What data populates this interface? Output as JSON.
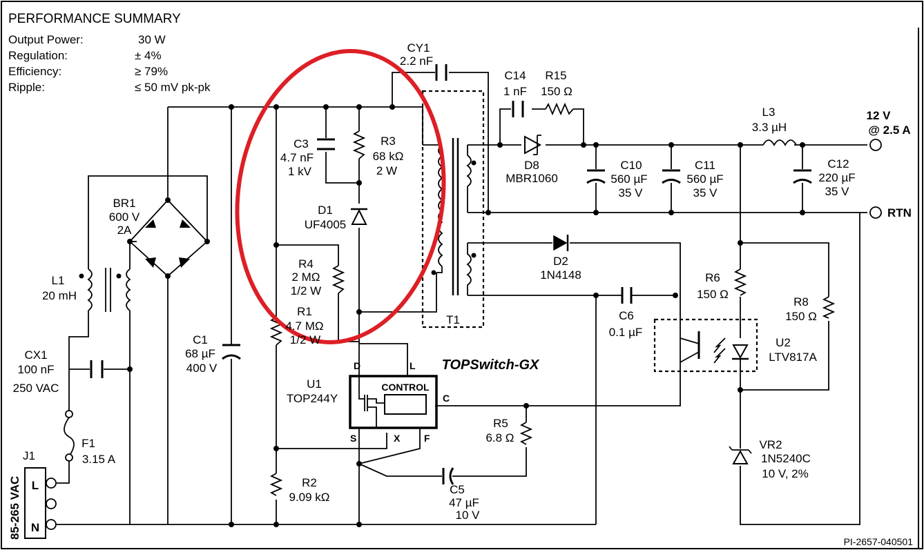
{
  "summary": {
    "title": "PERFORMANCE SUMMARY",
    "rows": [
      {
        "label": "Output Power:",
        "value": "30 W"
      },
      {
        "label": "Regulation:",
        "value": "± 4%"
      },
      {
        "label": "Efficiency:",
        "value": "≥ 79%"
      },
      {
        "label": "Ripple:",
        "value": "≤ 50 mV pk-pk"
      }
    ]
  },
  "components": {
    "cy1": {
      "ref": "CY1",
      "val": "2.2 nF"
    },
    "c14": {
      "ref": "C14",
      "val": "1 nF"
    },
    "r15": {
      "ref": "R15",
      "val": "150 Ω"
    },
    "l3": {
      "ref": "L3",
      "val": "3.3 µH"
    },
    "out12": {
      "line1": "12 V",
      "line2": "@ 2.5 A"
    },
    "rtn": {
      "label": "RTN"
    },
    "c3": {
      "ref": "C3",
      "val": "4.7 nF",
      "val2": "1 kV"
    },
    "r3": {
      "ref": "R3",
      "val": "68 kΩ",
      "val2": "2 W"
    },
    "d8": {
      "ref": "D8",
      "val": "MBR1060"
    },
    "c10": {
      "ref": "C10",
      "val": "560 µF",
      "val2": "35 V"
    },
    "c11": {
      "ref": "C11",
      "val": "560 µF",
      "val2": "35 V"
    },
    "c12": {
      "ref": "C12",
      "val": "220 µF",
      "val2": "35 V"
    },
    "br1": {
      "ref": "BR1",
      "val": "600 V",
      "val2": "2A"
    },
    "d1": {
      "ref": "D1",
      "val": "UF4005"
    },
    "l1": {
      "ref": "L1",
      "val": "20 mH"
    },
    "r4": {
      "ref": "R4",
      "val": "2 MΩ",
      "val2": "1/2 W"
    },
    "d2": {
      "ref": "D2",
      "val": "1N4148"
    },
    "r6": {
      "ref": "R6",
      "val": "150 Ω"
    },
    "r8": {
      "ref": "R8",
      "val": "150 Ω"
    },
    "r1": {
      "ref": "R1",
      "val": "4.7 MΩ",
      "val2": "1/2 W"
    },
    "t1": {
      "ref": "T1"
    },
    "c6": {
      "ref": "C6",
      "val": "0.1 µF"
    },
    "c1": {
      "ref": "C1",
      "val": "68 µF",
      "val2": "400 V"
    },
    "cx1": {
      "ref": "CX1",
      "val": "100 nF",
      "val2": "250 VAC"
    },
    "u2": {
      "ref": "U2",
      "val": "LTV817A"
    },
    "u1": {
      "ref": "U1",
      "val": "TOP244Y",
      "chip": "TOPSwitch-GX",
      "control": "CONTROL",
      "pin_d": "D",
      "pin_l": "L",
      "pin_c": "C",
      "pin_s": "S",
      "pin_x": "X",
      "pin_f": "F"
    },
    "r5": {
      "ref": "R5",
      "val": "6.8 Ω"
    },
    "vr2": {
      "ref": "VR2",
      "val": "1N5240C",
      "val2": "10 V, 2%"
    },
    "f1": {
      "ref": "F1",
      "val": "3.15 A"
    },
    "j1": {
      "ref": "J1",
      "pin_l": "L",
      "pin_n": "N",
      "input": "85-265 VAC"
    },
    "r2": {
      "ref": "R2",
      "val": "9.09 kΩ"
    },
    "c5": {
      "ref": "C5",
      "val": "47 µF",
      "val2": "10 V"
    }
  },
  "footer": {
    "code": "PI-2657-040501"
  },
  "highlight_color": "#dd1f26"
}
